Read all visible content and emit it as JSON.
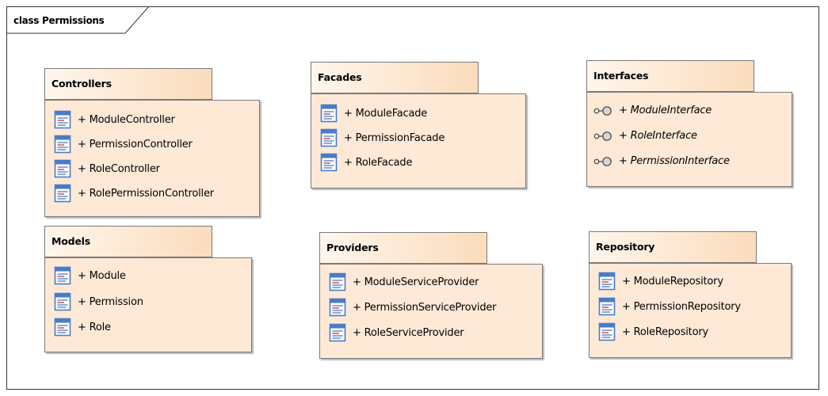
{
  "diagram": {
    "title": "class Permissions"
  },
  "packages": {
    "controllers": {
      "name": "Controllers",
      "items": [
        "+ ModuleController",
        "+ PermissionController",
        "+ RoleController",
        "+ RolePermissionController"
      ]
    },
    "facades": {
      "name": "Facades",
      "items": [
        "+ ModuleFacade",
        "+ PermissionFacade",
        "+ RoleFacade"
      ]
    },
    "interfaces": {
      "name": "Interfaces",
      "items": [
        "+ ModuleInterface",
        "+ RoleInterface",
        "+ PermissionInterface"
      ]
    },
    "models": {
      "name": "Models",
      "items": [
        "+ Module",
        "+ Permission",
        "+ Role"
      ]
    },
    "providers": {
      "name": "Providers",
      "items": [
        "+ ModuleServiceProvider",
        "+ PermissionServiceProvider",
        "+ RoleServiceProvider"
      ]
    },
    "repository": {
      "name": "Repository",
      "items": [
        "+ ModuleRepository",
        "+ PermissionRepository",
        "+ RoleRepository"
      ]
    }
  },
  "icons": {
    "class_item": "class-icon",
    "interface_item": "interface-lollipop-icon"
  },
  "colors": {
    "package_body": "#fde9d6",
    "package_tab_start": "#fff6ec",
    "package_tab_end": "#fbdcbc",
    "border": "#7a7a7a",
    "class_icon_blue": "#4a7bc8"
  }
}
